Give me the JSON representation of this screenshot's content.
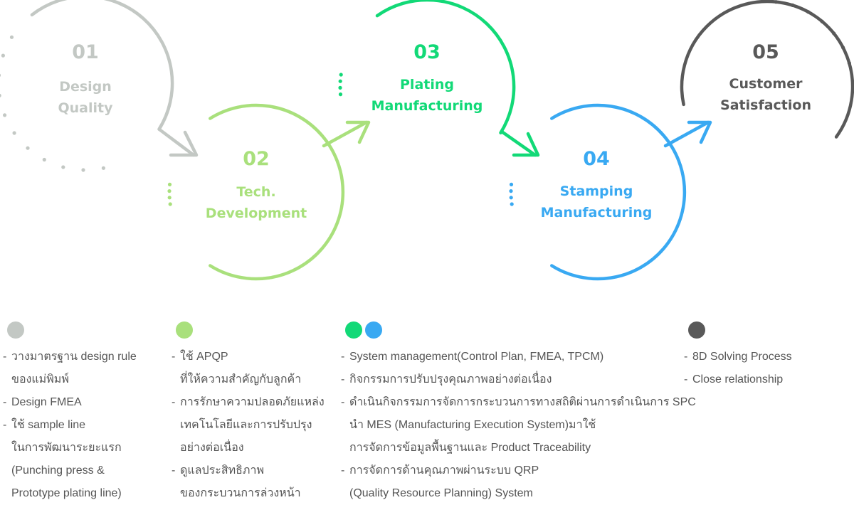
{
  "colors": {
    "gray": "#c3c8c4",
    "light_green": "#a9e07c",
    "green": "#12d977",
    "blue": "#39a9f2",
    "dark_gray": "#595959",
    "text": "#555555"
  },
  "steps": [
    {
      "number": "01",
      "label_lines": [
        "Design",
        "Quality"
      ],
      "color": "#c3c8c4",
      "number_color": "#c3c8c4",
      "label_color": "#c3c8c4"
    },
    {
      "number": "02",
      "label_lines": [
        "Tech.",
        "Development"
      ],
      "color": "#a9e07c",
      "number_color": "#a9e07c",
      "label_color": "#a9e07c"
    },
    {
      "number": "03",
      "label_lines": [
        "Plating",
        "Manufacturing"
      ],
      "color": "#12d977",
      "number_color": "#12d977",
      "label_color": "#12d977"
    },
    {
      "number": "04",
      "label_lines": [
        "Stamping",
        "Manufacturing"
      ],
      "color": "#39a9f2",
      "number_color": "#39a9f2",
      "label_color": "#39a9f2"
    },
    {
      "number": "05",
      "label_lines": [
        "Customer",
        "Satisfaction"
      ],
      "color": "#595959",
      "number_color": "#595959",
      "label_color": "#595959"
    }
  ],
  "columns": [
    {
      "dots": [
        "#c3c8c4"
      ],
      "items": [
        {
          "lines": [
            "วางมาตรฐาน design rule",
            "ของแม่พิมพ์"
          ]
        },
        {
          "lines": [
            "Design FMEA"
          ]
        },
        {
          "lines": [
            "ใช้ sample line",
            "ในการพัฒนาระยะแรก",
            "(Punching press &",
            "Prototype plating line)"
          ]
        }
      ]
    },
    {
      "dots": [
        "#a9e07c"
      ],
      "items": [
        {
          "lines": [
            "ใช้ APQP",
            "ที่ให้ความสำคัญกับลูกค้า"
          ]
        },
        {
          "lines": [
            "การรักษาความปลอดภัยแหล่ง",
            "เทคโนโลยีและการปรับปรุง",
            "อย่างต่อเนื่อง"
          ]
        },
        {
          "lines": [
            "ดูแลประสิทธิภาพ",
            "ของกระบวนการล่วงหน้า"
          ]
        }
      ]
    },
    {
      "dots": [
        "#12d977",
        "#39a9f2"
      ],
      "items": [
        {
          "lines": [
            "System management(Control Plan, FMEA, TPCM)"
          ]
        },
        {
          "lines": [
            "กิจกรรมการปรับปรุงคุณภาพอย่างต่อเนื่อง"
          ]
        },
        {
          "lines": [
            "ดำเนินกิจกรรมการจัดการกระบวนการทางสถิติผ่านการดำเนินการ SPC",
            "นำ MES (Manufacturing Execution System)มาใช้",
            "การจัดการข้อมูลพื้นฐานและ Product Traceability"
          ]
        },
        {
          "lines": [
            "การจัดการด้านคุณภาพผ่านระบบ QRP",
            "(Quality Resource Planning) System"
          ]
        }
      ]
    },
    {
      "dots": [
        "#595959"
      ],
      "items": [
        {
          "lines": [
            "8D Solving Process"
          ]
        },
        {
          "lines": [
            "Close relationship"
          ]
        }
      ]
    }
  ]
}
